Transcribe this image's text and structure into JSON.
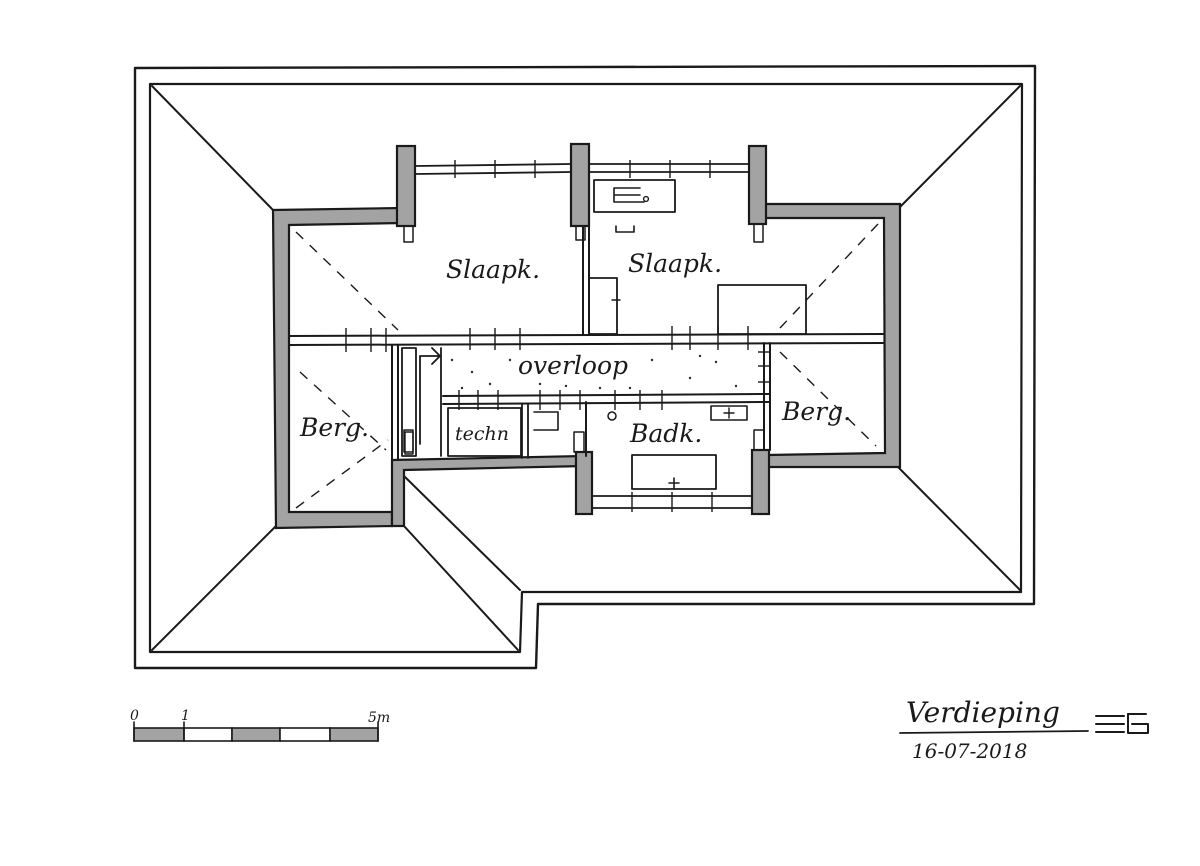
{
  "rooms": {
    "bedroom_left": "Slaapk.",
    "bedroom_right": "Slaapk.",
    "landing": "overloop",
    "storage_left": "Berg.",
    "storage_right": "Berg.",
    "technical": "techn",
    "bathroom": "Badk."
  },
  "scale_bar": {
    "label_start": "0",
    "label_mid": "1",
    "label_end": "5m"
  },
  "title_block": {
    "title": "Verdieping",
    "date": "16-07-2018"
  },
  "colors": {
    "wall_fill": "#a3a3a3",
    "ink": "#1a1a1a"
  },
  "icons": {
    "logo": "EB-monogram"
  }
}
